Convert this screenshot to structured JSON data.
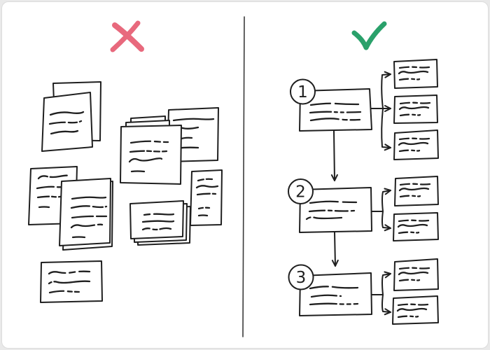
{
  "colors": {
    "ink": "#1f1f1f",
    "cross_mark": "#e8697d",
    "check_mark": "#2aa16b",
    "card_background": "#ffffff",
    "page_background": "#e9e9e9",
    "divider": "#3b3b3b"
  },
  "left_panel": {
    "verdict_icon": "cross-icon",
    "document_groups": [
      {
        "type": "two-overlapping-pages",
        "position": "top-left",
        "scribble_lines": 3
      },
      {
        "type": "stacked-pages",
        "position": "center-top",
        "scribble_lines": 4
      },
      {
        "type": "single-page",
        "position": "top-right",
        "scribble_lines": 4
      },
      {
        "type": "overlapping-page-stack",
        "position": "mid-left",
        "scribble_lines": 9
      },
      {
        "type": "narrow-page",
        "position": "mid-right",
        "scribble_lines": 5
      },
      {
        "type": "stacked-cards",
        "position": "center-bottom",
        "scribble_lines": 3
      },
      {
        "type": "single-card",
        "position": "bottom-left",
        "scribble_lines": 3
      }
    ]
  },
  "right_panel": {
    "verdict_icon": "check-icon",
    "steps": [
      {
        "number": "1",
        "child_count": 3
      },
      {
        "number": "2",
        "child_count": 2
      },
      {
        "number": "3",
        "child_count": 2
      }
    ]
  }
}
